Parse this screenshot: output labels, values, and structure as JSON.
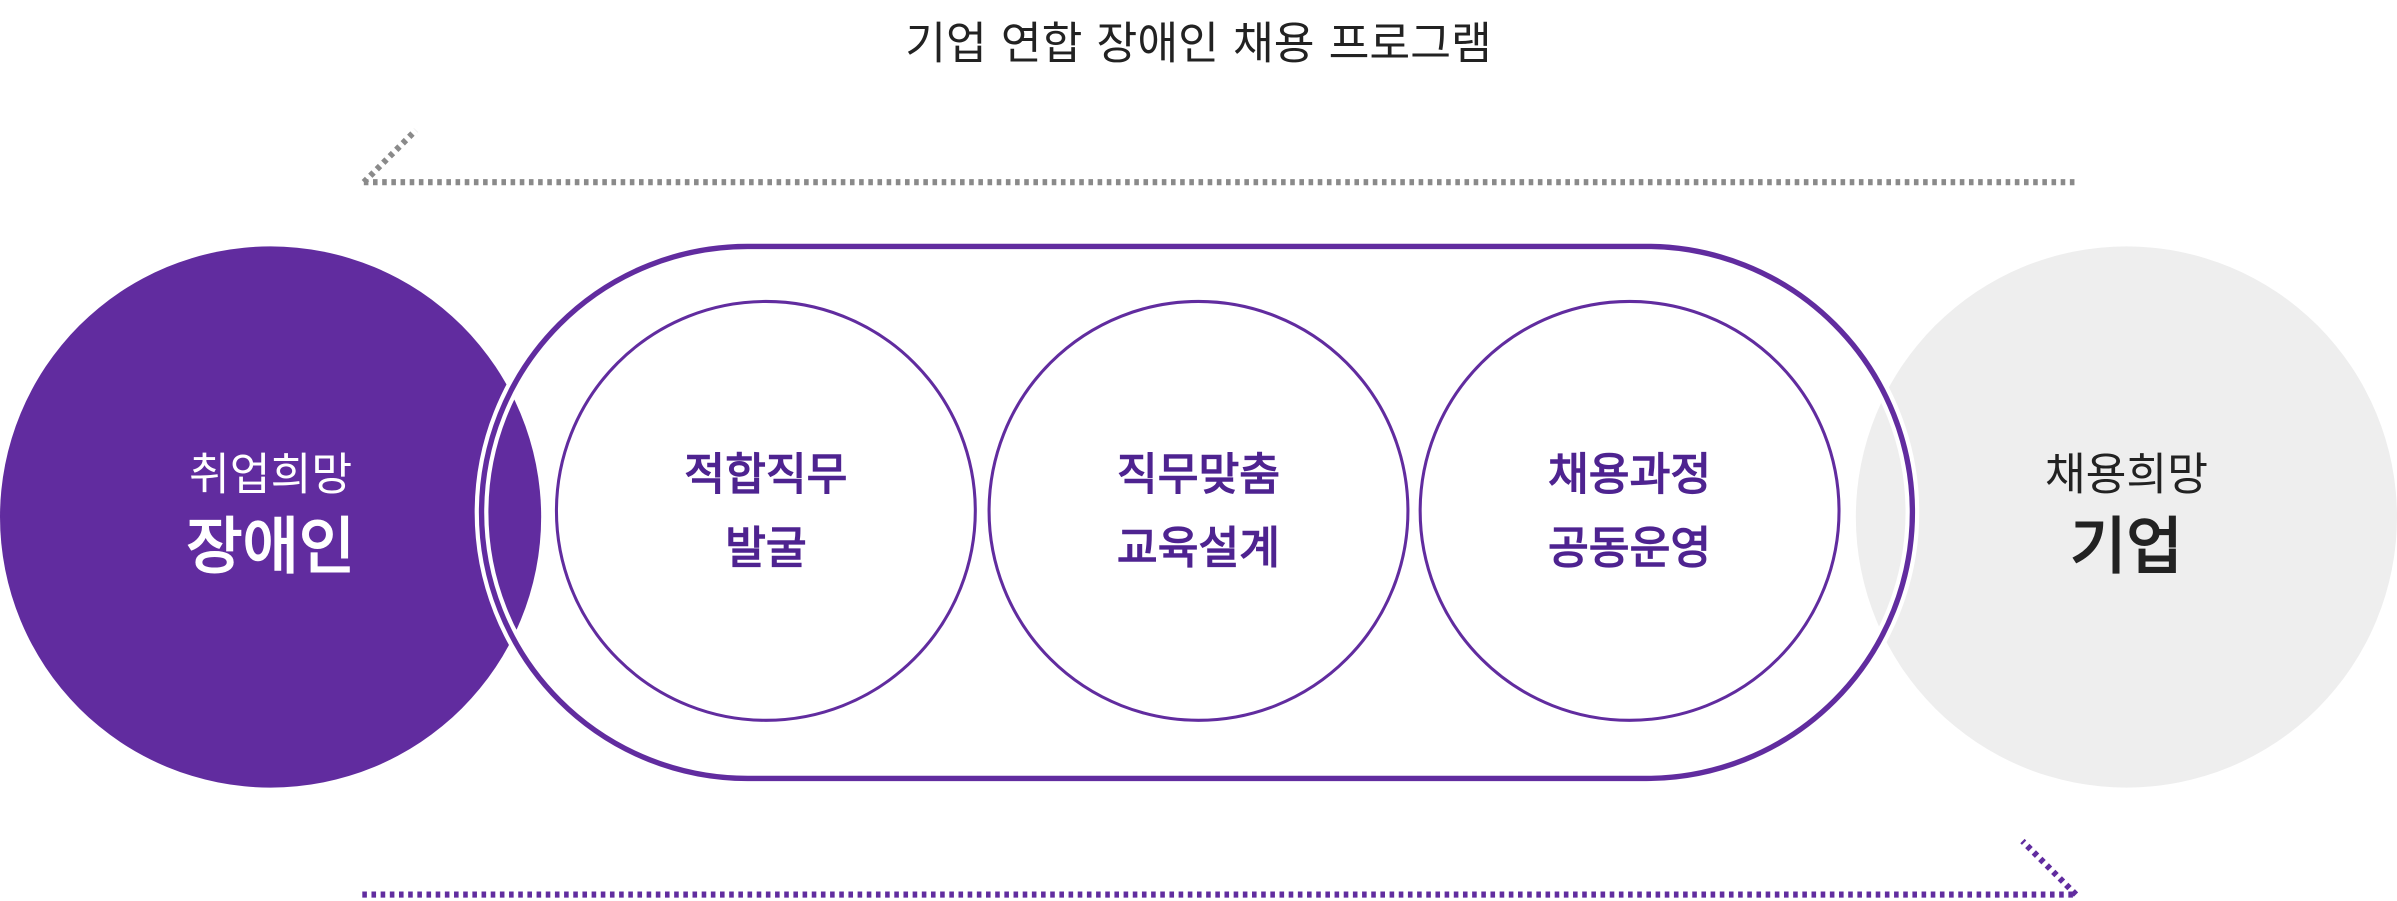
{
  "title": "기업 연합 장애인 채용 프로그램",
  "left": {
    "top": "취업희망",
    "main": "장애인"
  },
  "steps": [
    {
      "line1": "적합직무",
      "line2": "발굴"
    },
    {
      "line1": "직무맞춤",
      "line2": "교육설계"
    },
    {
      "line1": "채용과정",
      "line2": "공동운영"
    }
  ],
  "right": {
    "top": "채용희망",
    "main": "기업"
  },
  "colors": {
    "purple": "#612c9f",
    "gray_circle": "#eeeeee",
    "gray_arrow": "#8a8a8a",
    "text_dark": "#222222",
    "inner_text": "#4e2390"
  }
}
